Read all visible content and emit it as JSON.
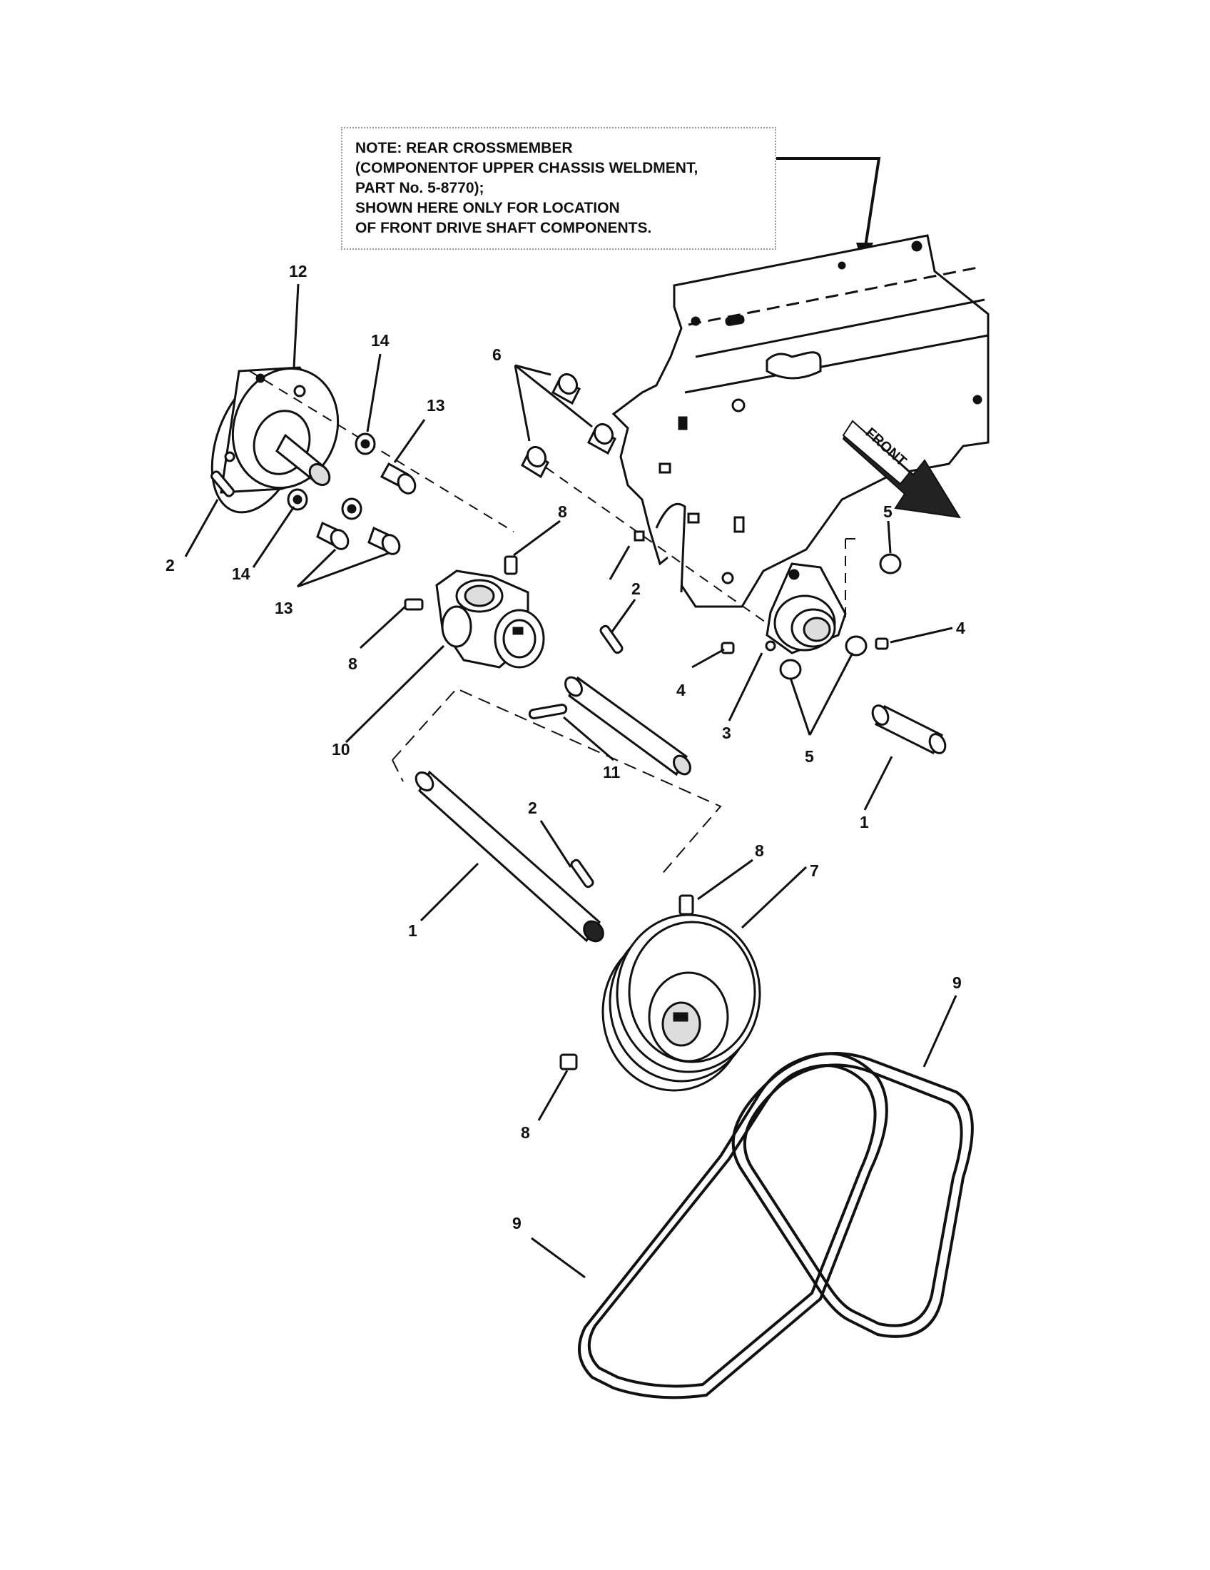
{
  "note": {
    "lines": [
      "NOTE:  REAR CROSSMEMBER",
      "(COMPONENTOF UPPER CHASSIS WELDMENT,",
      "PART No. 5-8770);",
      "SHOWN HERE ONLY FOR LOCATION",
      "OF FRONT DRIVE SHAFT COMPONENTS."
    ]
  },
  "front_label": "FRONT",
  "callouts": {
    "c1a": "1",
    "c1b": "1",
    "c2a": "2",
    "c2b": "2",
    "c2c": "2",
    "c3": "3",
    "c4a": "4",
    "c4b": "4",
    "c5a": "5",
    "c5b": "5",
    "c6": "6",
    "c7": "7",
    "c8a": "8",
    "c8b": "8",
    "c8c": "8",
    "c8d": "8",
    "c9a": "9",
    "c9b": "9",
    "c10": "10",
    "c11": "11",
    "c12": "12",
    "c13a": "13",
    "c13b": "13",
    "c14a": "14",
    "c14b": "14"
  }
}
